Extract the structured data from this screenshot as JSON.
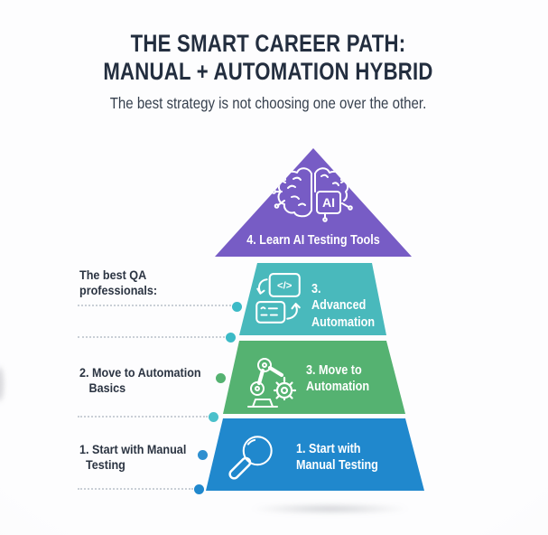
{
  "header": {
    "title_line1": "THE SMART CAREER PATH:",
    "title_line2": "MANUAL + AUTOMATION HYBRID",
    "subtitle": "The best strategy is not choosing one over the other.",
    "title_color": "#232E3F"
  },
  "pyramid": {
    "levels": [
      {
        "label": "4. Learn AI Testing Tools",
        "icon": "ai-brain-icon",
        "icon_text": "AI",
        "color": "#775CC5"
      },
      {
        "label": "3. Advanced\nAutomation",
        "icon": "code-swap-icon",
        "icon_text": "</>",
        "color": "#49B9BC"
      },
      {
        "label": "3. Move to\nAutomation",
        "icon": "robot-arm-icon",
        "color": "#55B271"
      },
      {
        "label": "1. Start with\nManual Testing",
        "icon": "magnifier-icon",
        "color": "#2088CD"
      }
    ]
  },
  "callouts": [
    {
      "label": "The best QA\nprofessionals:"
    },
    {
      "label": "2. Move to Automation\n   Basics",
      "dot_color": "#55B271"
    },
    {
      "label": "1. Start with Manual\n  Testing",
      "dot_color": "#2E8FD0"
    }
  ],
  "connector_dots": [
    {
      "color": "#3CBAC6"
    },
    {
      "color": "#3CBAC6"
    },
    {
      "color": "#4AC0CB"
    },
    {
      "color": "#2088CD"
    }
  ]
}
